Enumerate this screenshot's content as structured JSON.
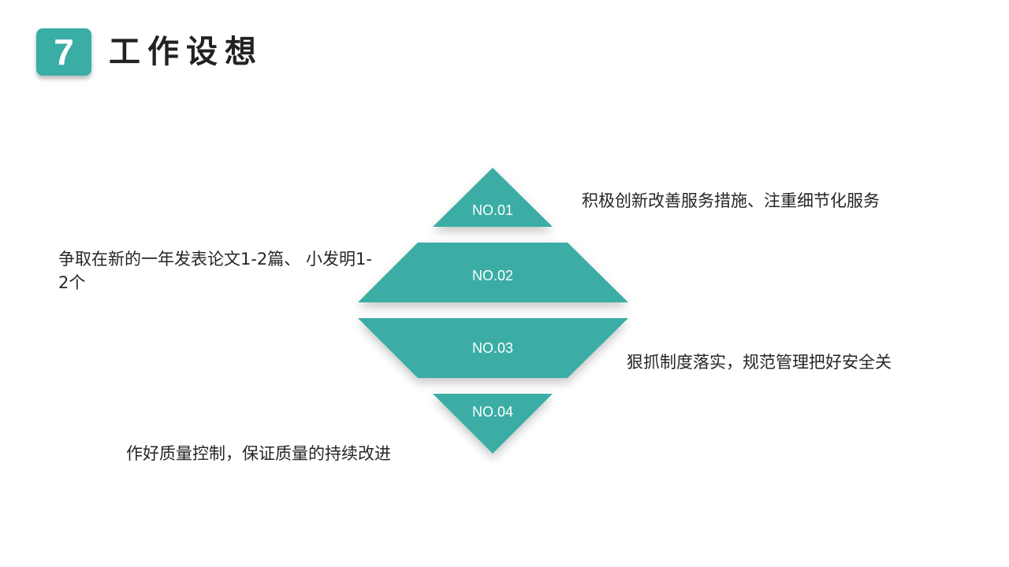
{
  "header": {
    "section_number": "7",
    "title": "工作设想"
  },
  "theme": {
    "accent": "#3aada5",
    "text": "#262626"
  },
  "tiers": [
    {
      "label": "NO.01",
      "description": "积极创新改善服务措施、注重细节化服务"
    },
    {
      "label": "NO.02",
      "description": "争取在新的一年发表论文1-2篇、 小发明1-2个"
    },
    {
      "label": "NO.03",
      "description": "狠抓制度落实，规范管理把好安全关"
    },
    {
      "label": "NO.04",
      "description": "作好质量控制，保证质量的持续改进"
    }
  ]
}
